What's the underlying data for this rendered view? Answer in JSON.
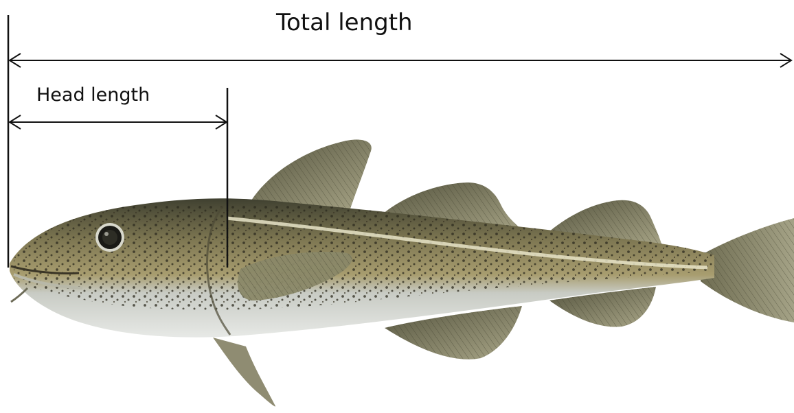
{
  "labels": {
    "total_length": "Total length",
    "head_length": "Head length"
  },
  "colors": {
    "line": "#111111",
    "body_dark": "#4a4a2c",
    "body_mid": "#8d8458",
    "belly": "#d9ddd8",
    "fin": "#7d7b5d",
    "spot": "#2c2a1e"
  },
  "illustration": "cod-fish-illustration"
}
